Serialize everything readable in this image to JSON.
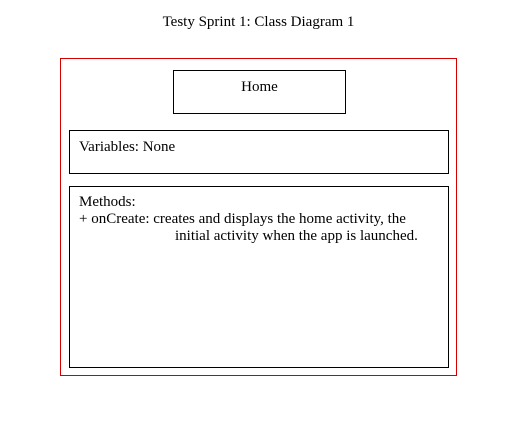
{
  "title": "Testy Sprint 1: Class Diagram 1",
  "class_box": {
    "name": "Home",
    "border_color": "#000000"
  },
  "frame": {
    "border_color": "#d40000"
  },
  "variables": {
    "text": "Variables: None"
  },
  "methods": {
    "heading": "Methods:",
    "items": [
      {
        "line1": "+ onCreate: creates and displays the home activity, the",
        "line2": "initial activity when the app is launched."
      }
    ]
  }
}
